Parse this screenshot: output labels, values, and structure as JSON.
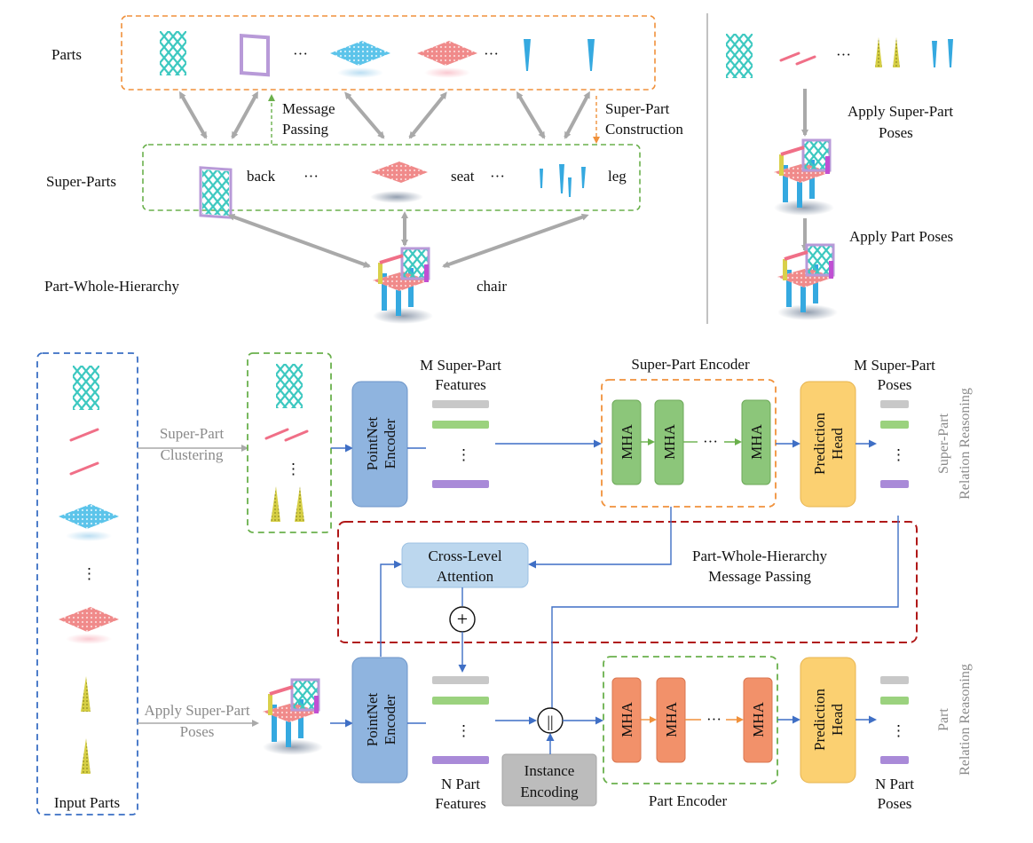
{
  "top": {
    "row_labels": {
      "parts": "Parts",
      "super_parts": "Super-Parts",
      "hierarchy": "Part-Whole-Hierarchy"
    },
    "ellipsis": "···",
    "message_passing": [
      "Message",
      "Passing"
    ],
    "super_part_construction": [
      "Super-Part",
      "Construction"
    ],
    "super_part_names": {
      "back": "back",
      "seat": "seat",
      "leg": "leg"
    },
    "whole_name": "chair",
    "right": {
      "apply_super_part_poses": [
        "Apply Super-Part",
        "Poses"
      ],
      "apply_part_poses": "Apply Part Poses"
    }
  },
  "bottom": {
    "input_parts": "Input Parts",
    "super_part_clustering": [
      "Super-Part",
      "Clustering"
    ],
    "apply_super_part_poses": [
      "Apply Super-Part",
      "Poses"
    ],
    "pointnet_encoder": [
      "PointNet",
      "Encoder"
    ],
    "m_super_part_features": [
      "M Super-Part",
      "Features"
    ],
    "super_part_encoder": "Super-Part Encoder",
    "mha": "MHA",
    "prediction_head": [
      "Prediction",
      "Head"
    ],
    "m_super_part_poses": [
      "M Super-Part",
      "Poses"
    ],
    "super_part_relation_reasoning": [
      "Super-Part",
      "Relation Reasoning"
    ],
    "cross_level_attention": [
      "Cross-Level",
      "Attention"
    ],
    "pwh_message_passing": [
      "Part-Whole-Hierarchy",
      "Message Passing"
    ],
    "plus_symbol": "+",
    "concat_symbol": "||",
    "instance_encoding": [
      "Instance",
      "Encoding"
    ],
    "n_part_features": [
      "N Part",
      "Features"
    ],
    "part_encoder": "Part Encoder",
    "n_part_poses": [
      "N Part",
      "Poses"
    ],
    "part_relation_reasoning": [
      "Part",
      "Relation Reasoning"
    ],
    "dots_h": "···",
    "dots_v": "⋮"
  },
  "colors": {
    "orange_dash": "#f0913b",
    "green_dash": "#6ab04c",
    "blue_dash": "#3a6fc4",
    "red_dash": "#b01818",
    "arrow_gray": "#a9a9a9",
    "arrow_blue": "#3f6fc5",
    "pointnet_fill": "#8fb4df",
    "mha_green": "#8cc67a",
    "mha_orange": "#f2916a",
    "pred_head": "#fbd071",
    "cross_attn": "#bcd7ee",
    "instance_gray": "#bcbcbc",
    "teal": "#3cc8c0",
    "pink": "#f06f87",
    "yellow": "#d9d04a",
    "cyan_blue": "#35a9e0",
    "salmon": "#f27f7f",
    "purple": "#a98ad8"
  }
}
